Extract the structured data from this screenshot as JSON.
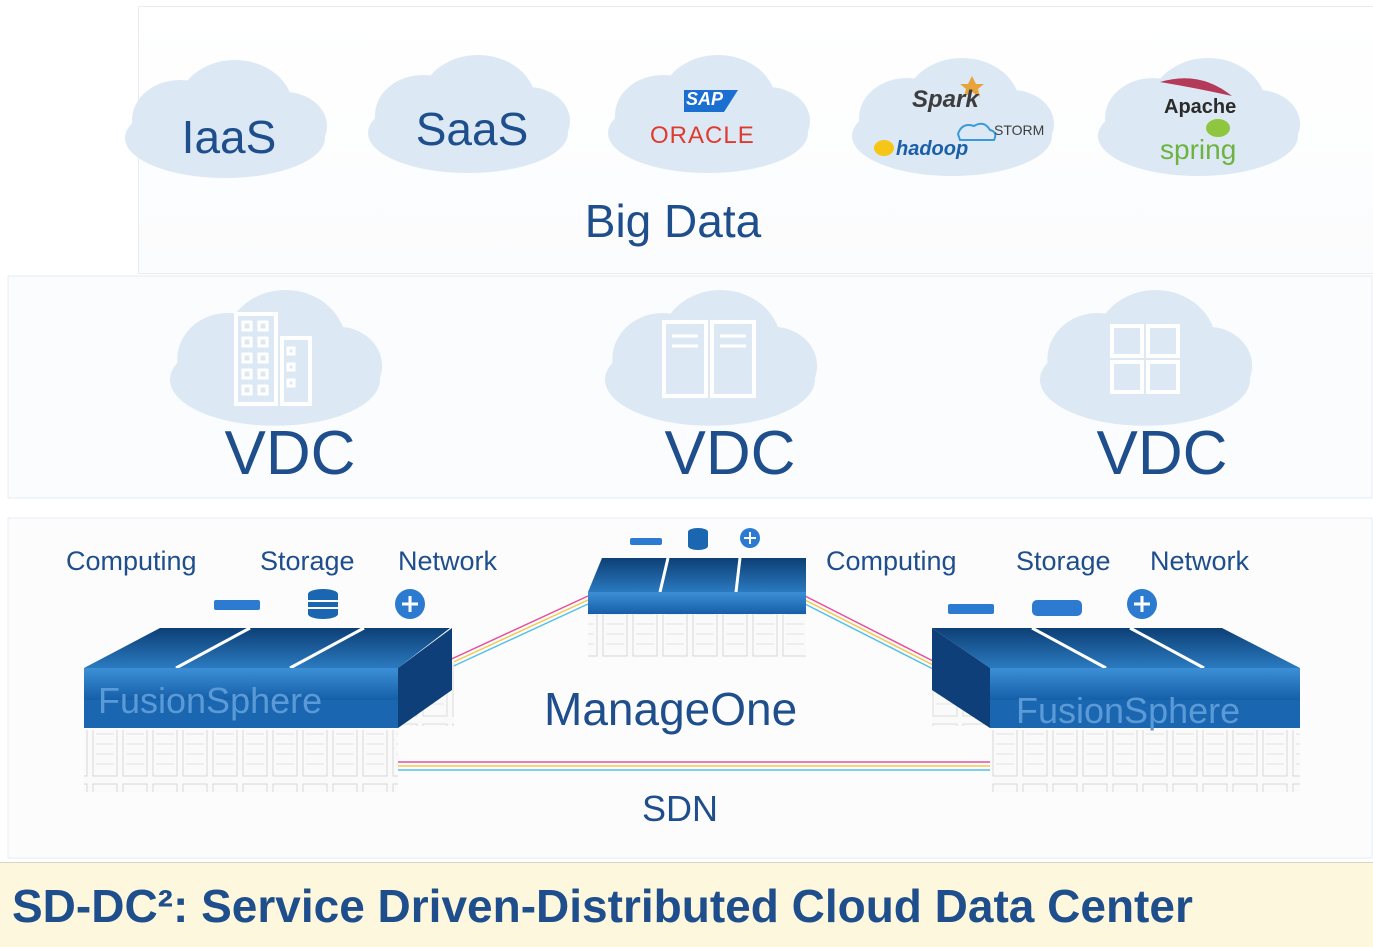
{
  "top_layer": {
    "clouds": [
      {
        "label": "IaaS"
      },
      {
        "label": "SaaS"
      },
      {
        "label_1": "SAP",
        "label_2": "ORACLE"
      },
      {
        "label_1": "Spark",
        "label_2": "STORM",
        "label_3": "hadoop"
      },
      {
        "label_1": "Apache",
        "label_2": "spring"
      }
    ],
    "caption": "Big Data"
  },
  "vdc_layer": {
    "items": [
      {
        "label": "VDC",
        "icon": "buildings-icon"
      },
      {
        "label": "VDC",
        "icon": "server-rack-icon"
      },
      {
        "label": "VDC",
        "icon": "grid-apps-icon"
      }
    ]
  },
  "infra_layer": {
    "left": {
      "computing": "Computing",
      "storage": "Storage",
      "network": "Network",
      "platform": "FusionSphere"
    },
    "right": {
      "computing": "Computing",
      "storage": "Storage",
      "network": "Network",
      "platform": "FusionSphere"
    },
    "center": {
      "label": "ManageOne"
    },
    "sdn": "SDN"
  },
  "title": "SD-DC²: Service Driven-Distributed Cloud Data Center",
  "colors": {
    "accent": "#1f4e8c",
    "cloud": "#dce9f5",
    "block_top": "#1a5aa0",
    "title_bg": "#fdf7dd"
  }
}
